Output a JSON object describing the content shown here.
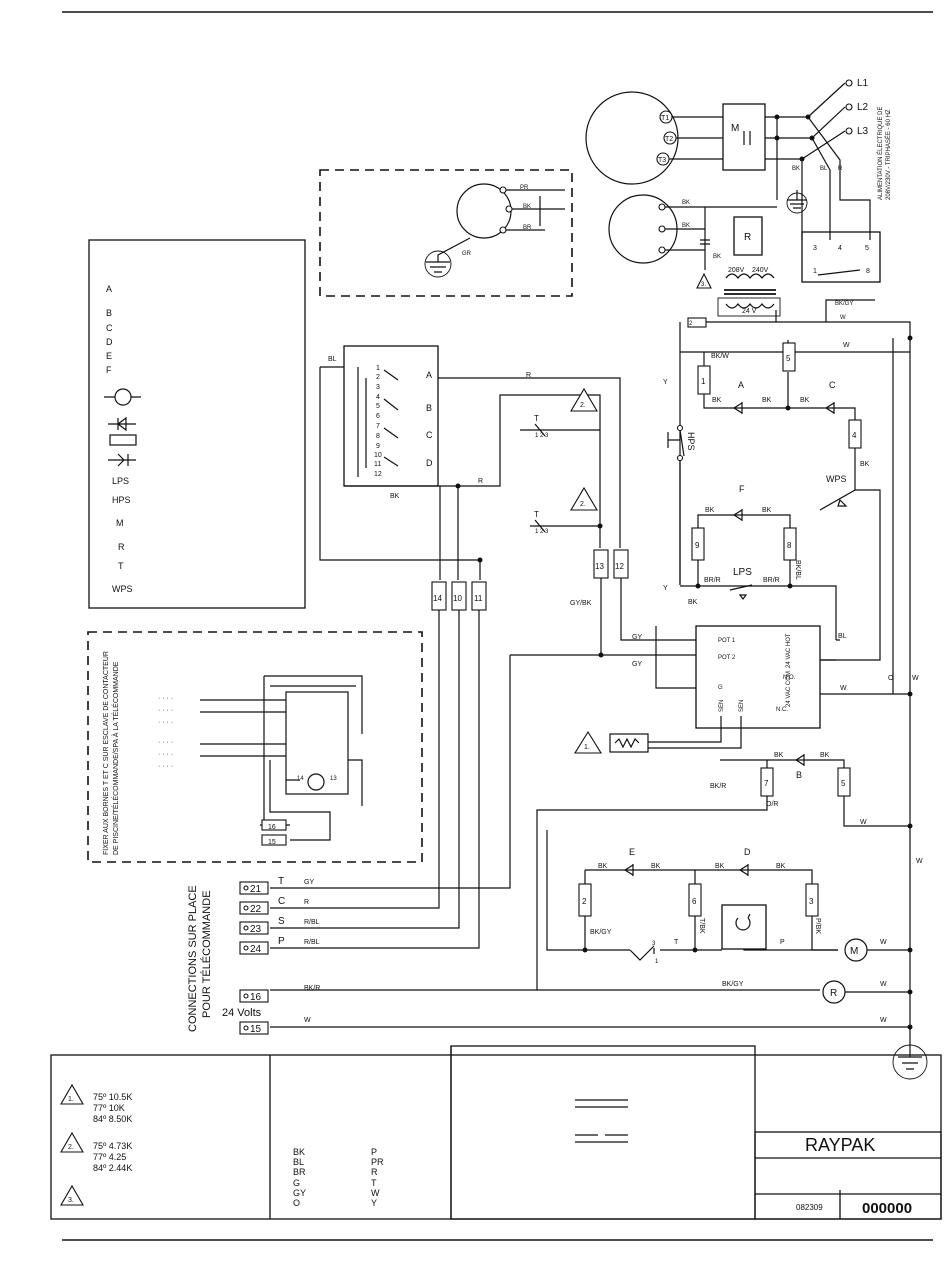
{
  "brand": "RAYPAK",
  "drawing_number": "000000",
  "part_code": "082309",
  "power_supply": {
    "lines": [
      "L1",
      "L2",
      "L3"
    ],
    "label_1": "ALIMENTATION ÉLECTRIQUE DE",
    "label_2": "208V/230V - TRIPHASÉE - 60 HZ"
  },
  "transformer": {
    "primary_208": "208V",
    "primary_240": "240V",
    "secondary": "24 V"
  },
  "legend_items": [
    "A",
    "B",
    "C",
    "D",
    "E",
    "F",
    "LPS",
    "HPS",
    "M",
    "R",
    "T",
    "WPS"
  ],
  "remote_note_1": "FIXER AUX BORNES T ET C SUR ESCLAVE DE CONTACTEUR",
  "remote_note_2": "DE PISCINE/TÉLÉCOMMANDE/SPA À LA TÉLÉCOMMANDE",
  "field_connections_1": "CONNECTIONS SUR PLACE",
  "field_connections_2": "POUR TÉLÉCOMMANDE",
  "voltage_24": "24 Volts",
  "terminals": [
    {
      "num": "21",
      "letter": "T",
      "wire": "GY"
    },
    {
      "num": "22",
      "letter": "C",
      "wire": "R"
    },
    {
      "num": "23",
      "letter": "S",
      "wire": "R/BL"
    },
    {
      "num": "24",
      "letter": "P",
      "wire": "R/BL"
    },
    {
      "num": "16",
      "letter": "",
      "wire": "BK/R"
    },
    {
      "num": "15",
      "letter": "",
      "wire": "W"
    }
  ],
  "switch_labels": [
    "A",
    "B",
    "C",
    "D"
  ],
  "controller": {
    "pot1": "POT 1",
    "pot2": "POT 2",
    "hot": "24 VAC HOT",
    "no": "N.O.",
    "com": "24 VAC COM",
    "nc": "N.C.",
    "sen1": "SEN",
    "sen2": "SEN",
    "g": "G"
  },
  "components": {
    "hps": "HPS",
    "lps": "LPS",
    "wps": "WPS",
    "m": "M",
    "r": "R",
    "t": "T",
    "p": "P",
    "diode_a": "A",
    "diode_b": "B",
    "diode_c": "C",
    "diode_d": "D",
    "diode_e": "E",
    "diode_f": "F"
  },
  "wire_colors": [
    "BK",
    "BL",
    "BR",
    "G",
    "GY",
    "O",
    "P",
    "PR",
    "R",
    "T",
    "W",
    "Y"
  ],
  "thermistor_notes": {
    "n1": [
      "75º 10.5K",
      "77º 10K",
      "84º 8.50K"
    ],
    "n2": [
      "75º 4.73K",
      "77º 4.25",
      "84º 2.44K"
    ],
    "warn_1": "1.",
    "warn_2": "2.",
    "warn_3": "3."
  },
  "wire_labels": {
    "bk": "BK",
    "bl": "BL",
    "br": "BR",
    "r": "R",
    "w": "W",
    "gy": "GY",
    "y": "Y",
    "o": "O",
    "bkw": "BK/W",
    "bkgy": "BK/GY",
    "bkr": "BK/R",
    "brr": "BR/R",
    "bkbl": "BK/BL",
    "gybk": "GY/BK",
    "or": "O/R",
    "tbk": "T/BK",
    "pbk": "P/BK",
    "rbl": "R/BL",
    "pr": "PR",
    "gr": "GR"
  }
}
